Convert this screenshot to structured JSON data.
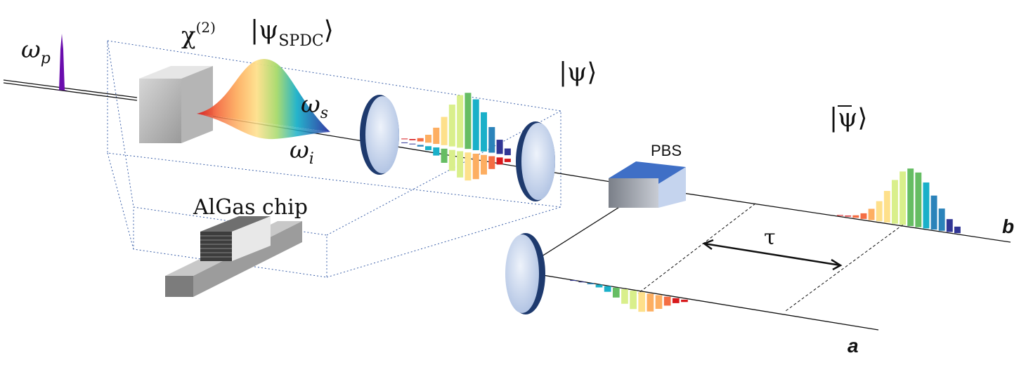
{
  "labels": {
    "pump_omega": "ω",
    "pump_sub": "p",
    "chi_base": "χ",
    "chi_sup": "(2)",
    "psi_spdc_base": "|ψ",
    "psi_spdc_sub": "SPDC",
    "psi_spdc_close": "⟩",
    "psi_mid": "|ψ⟩",
    "psi_bar_open": "|",
    "psi_bar_char": "ψ",
    "psi_bar_close": "⟩",
    "omega_s": "ω",
    "omega_s_sub": "s",
    "omega_i": "ω",
    "omega_i_sub": "i",
    "chip": "AlGas chip",
    "pbs": "PBS",
    "tau": "τ",
    "port_a": "a",
    "port_b": "b"
  },
  "colors": {
    "pump_pulse": "#6a0dad",
    "mirror_face": "#c9d8f2",
    "mirror_rim": "#1e3a6e",
    "box_dotted": "#3a5fa8",
    "chip_block": "#8c8c8c",
    "pbs_face": "#3f6fc6"
  },
  "spectrum_colors": [
    "#d7191c",
    "#f46d43",
    "#fdae61",
    "#fee08b",
    "#d9ef8b",
    "#66bd63",
    "#1ab0c9",
    "#2b83ba",
    "#313695"
  ]
}
